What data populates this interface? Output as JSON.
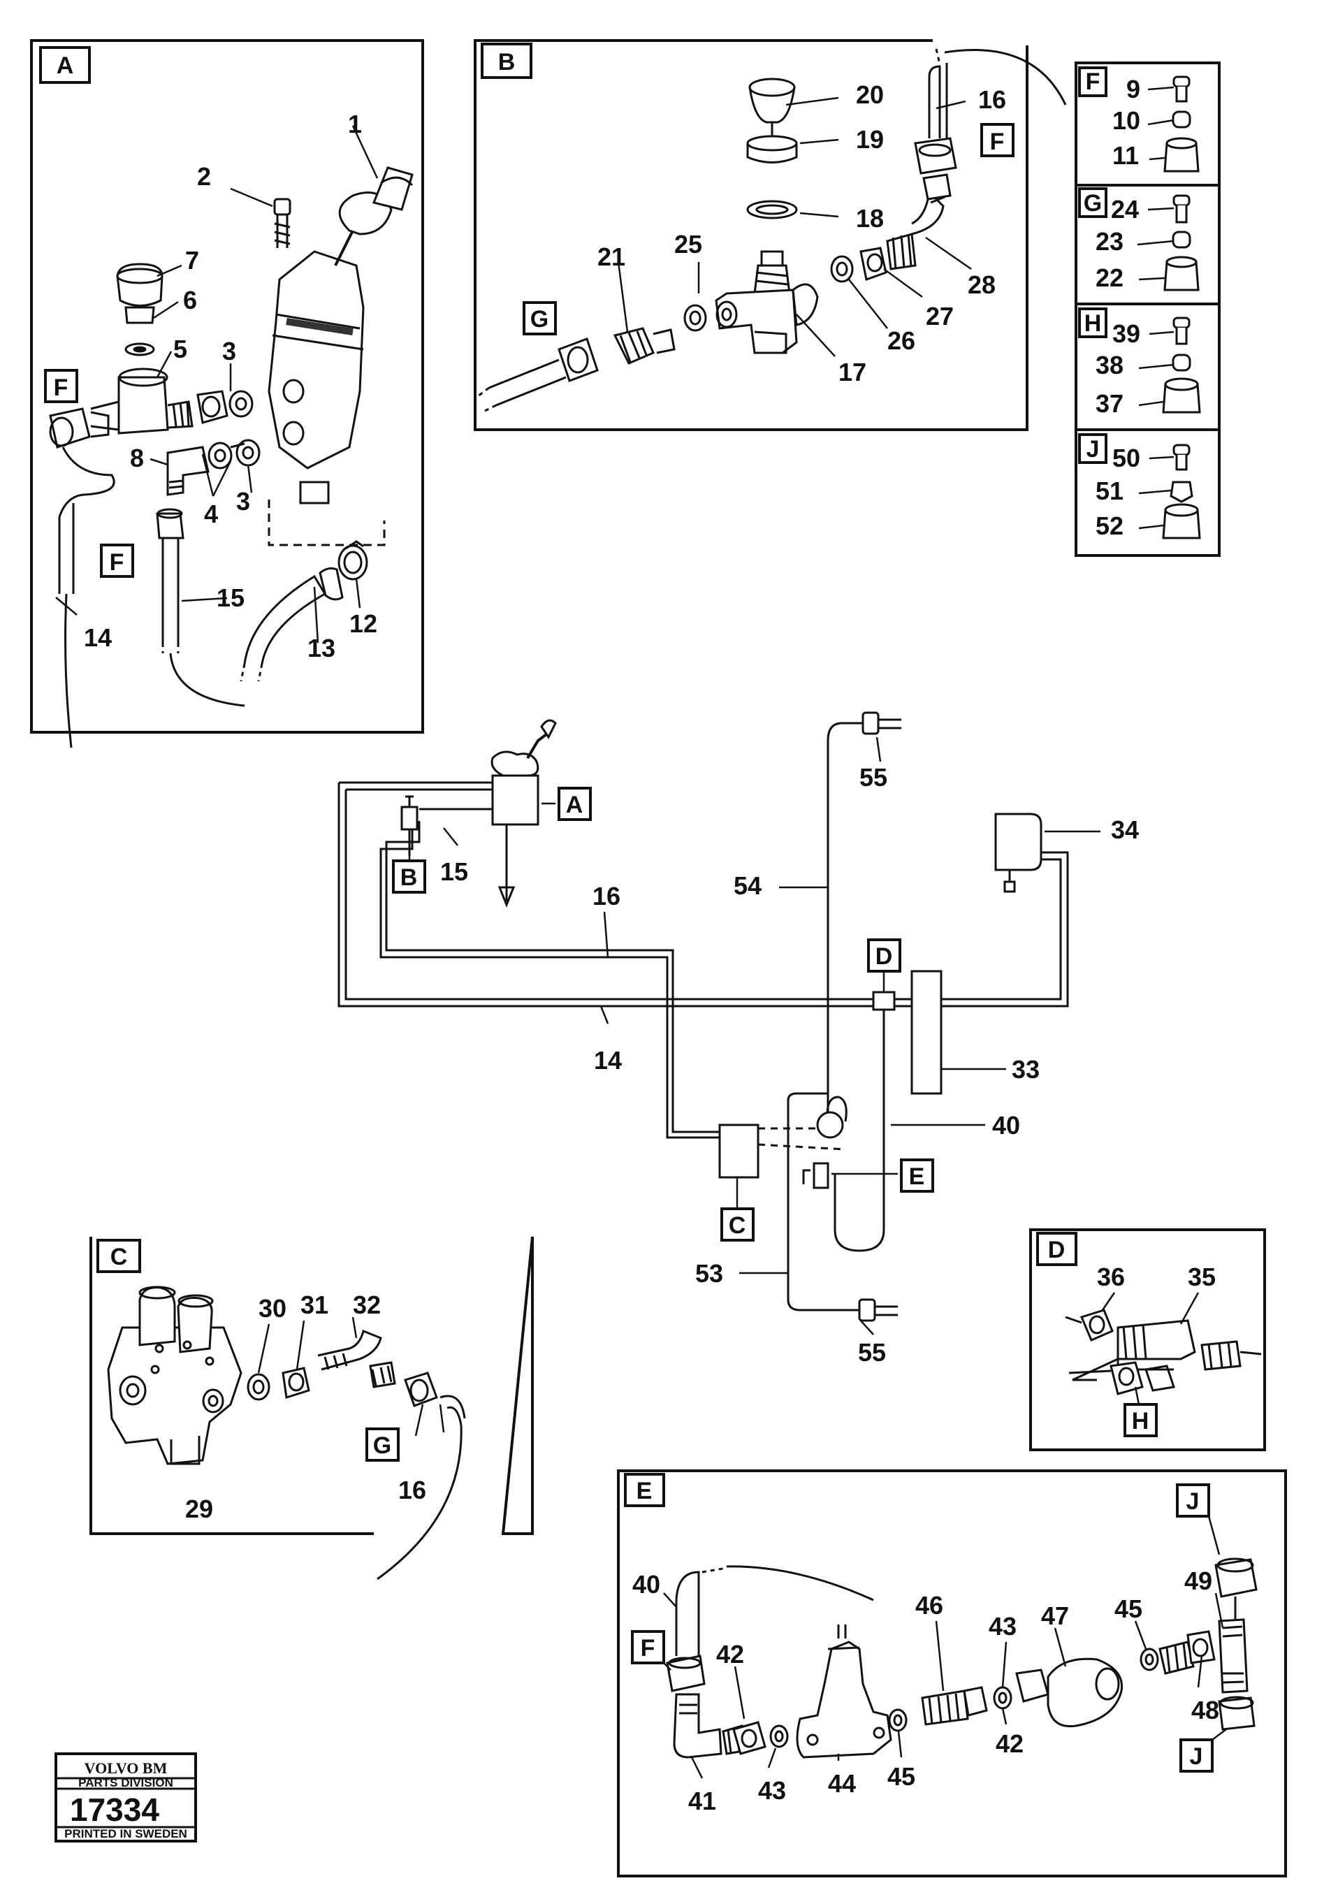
{
  "panels": {
    "A": {
      "tag": "A"
    },
    "B": {
      "tag": "B"
    },
    "C": {
      "tag": "C"
    },
    "D": {
      "tag": "D"
    },
    "E": {
      "tag": "E"
    }
  },
  "small_boxes": {
    "F": {
      "tag": "F",
      "items": [
        "9",
        "10",
        "11"
      ]
    },
    "G": {
      "tag": "G",
      "items": [
        "24",
        "23",
        "22"
      ]
    },
    "H": {
      "tag": "H",
      "items": [
        "39",
        "38",
        "37"
      ]
    },
    "J": {
      "tag": "J",
      "items": [
        "50",
        "51",
        "52"
      ]
    }
  },
  "labels": {
    "a": [
      "1",
      "2",
      "7",
      "6",
      "5",
      "3",
      "8",
      "4",
      "3",
      "15",
      "14",
      "13",
      "12"
    ],
    "a_tags": [
      "F",
      "F"
    ],
    "b": [
      "20",
      "19",
      "16",
      "18",
      "21",
      "25",
      "26",
      "27",
      "28",
      "17"
    ],
    "b_tags": [
      "G",
      "F"
    ],
    "schematic": [
      "55",
      "34",
      "54",
      "15",
      "16",
      "14",
      "33",
      "40",
      "53",
      "55"
    ],
    "schematic_tags": [
      "A",
      "B",
      "D",
      "C",
      "E"
    ],
    "c": [
      "30",
      "31",
      "32",
      "29",
      "16"
    ],
    "c_tags": [
      "G"
    ],
    "d": [
      "36",
      "35"
    ],
    "d_tags": [
      "H"
    ],
    "e": [
      "40",
      "42",
      "46",
      "43",
      "47",
      "45",
      "49",
      "41",
      "43",
      "44",
      "45",
      "42",
      "48"
    ],
    "e_tags": [
      "F",
      "J",
      "J"
    ]
  },
  "stamp": {
    "brand": "VOLVO BM",
    "division": "PARTS DIVISION",
    "number": "17334",
    "printed": "PRINTED IN SWEDEN"
  }
}
